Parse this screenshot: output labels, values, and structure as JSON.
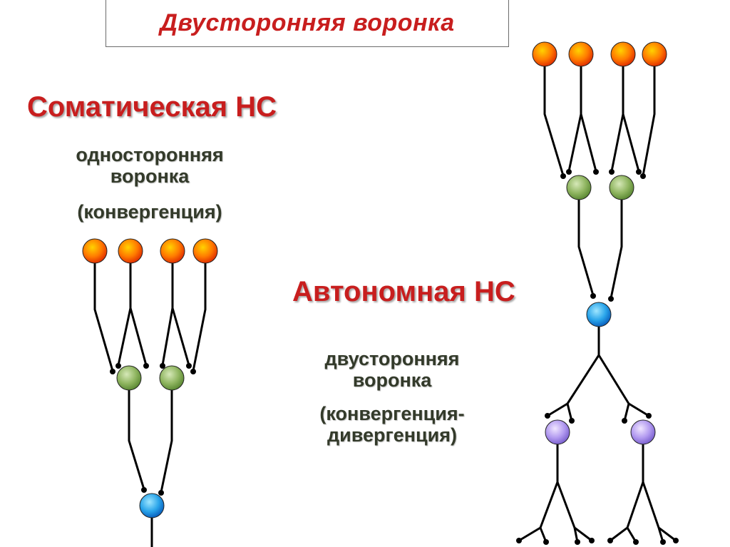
{
  "title": "Двусторонняя воронка",
  "somatic": {
    "heading": "Соматическая НС",
    "line1": "односторонняя",
    "line2": "воронка",
    "line3": "(конвергенция)"
  },
  "autonomic": {
    "heading": "Автономная НС",
    "line1": "двусторонняя",
    "line2": "воронка",
    "line3": "(конвергенция-",
    "line4": "дивергенция)"
  },
  "colors": {
    "orange_neuron": "#ff6a00",
    "green_neuron": "#7aa64a",
    "blue_neuron": "#1e90e0",
    "violet_neuron": "#a58ce6",
    "title_red": "#c81e1e"
  }
}
